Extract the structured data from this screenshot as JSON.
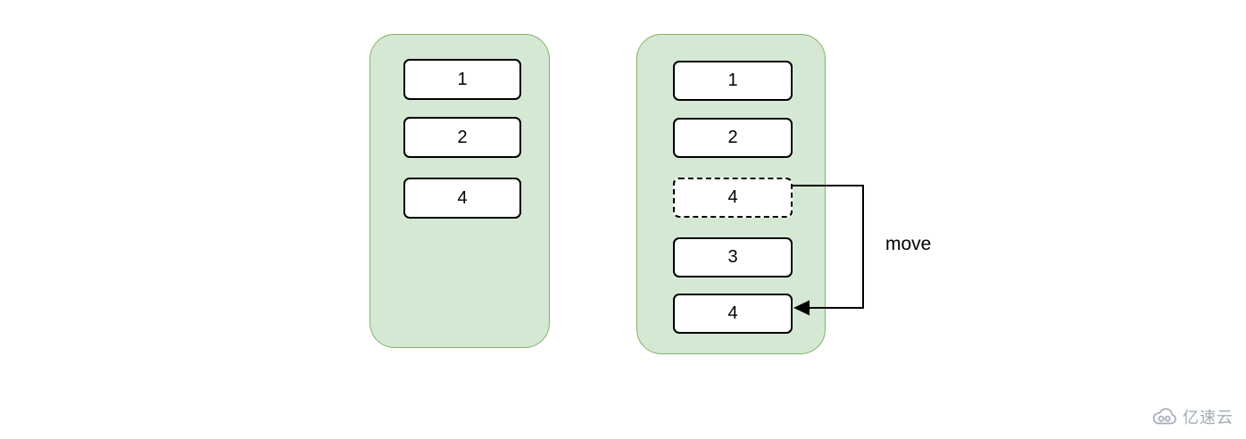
{
  "diagram": {
    "left_container": {
      "items": [
        {
          "label": "1",
          "style": "solid"
        },
        {
          "label": "2",
          "style": "solid"
        },
        {
          "label": "4",
          "style": "solid"
        }
      ]
    },
    "right_container": {
      "items": [
        {
          "label": "1",
          "style": "solid"
        },
        {
          "label": "2",
          "style": "solid"
        },
        {
          "label": "4",
          "style": "dashed"
        },
        {
          "label": "3",
          "style": "solid"
        },
        {
          "label": "4",
          "style": "solid"
        }
      ]
    },
    "arrow": {
      "label": "move"
    },
    "colors": {
      "container_fill": "#d5e8d4",
      "container_border": "#82b366",
      "box_fill": "#ffffff",
      "box_border": "#000000",
      "arrow": "#000000",
      "watermark": "#a3abb8"
    }
  },
  "watermark": {
    "icon": "cloud-logo-icon",
    "text": "亿速云"
  }
}
